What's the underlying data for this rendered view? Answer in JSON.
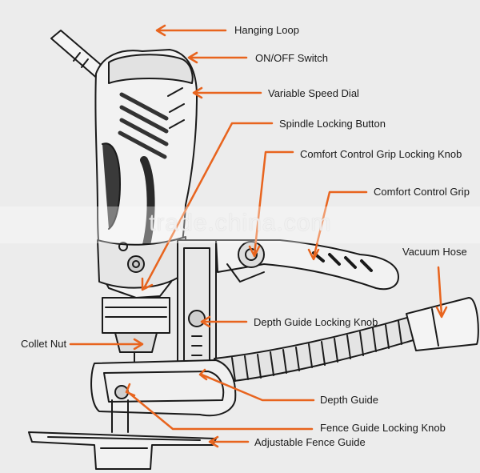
{
  "labels": {
    "hanging_loop": "Hanging Loop",
    "on_off_switch": "ON/OFF Switch",
    "variable_speed_dial": "Variable Speed Dial",
    "spindle_locking_button": "Spindle Locking Button",
    "grip_locking_knob": "Comfort Control Grip Locking Knob",
    "comfort_control_grip": "Comfort Control Grip",
    "vacuum_hose": "Vacuum Hose",
    "depth_guide_locking_knob": "Depth Guide Locking Knob",
    "collet_nut": "Collet Nut",
    "depth_guide": "Depth Guide",
    "fence_guide_locking_knob": "Fence Guide Locking Knob",
    "adjustable_fence_guide": "Adjustable Fence Guide"
  },
  "watermark": "trade.china.com",
  "colors": {
    "arrow": "#e8641e",
    "outline": "#1a1a1a",
    "background": "#ececec"
  }
}
